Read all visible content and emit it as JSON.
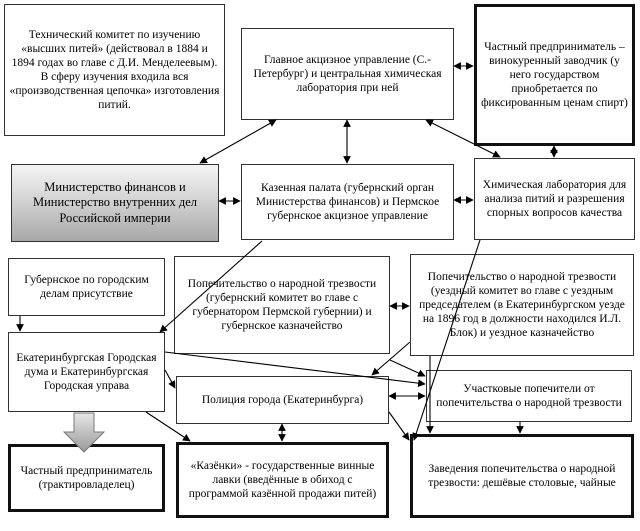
{
  "boxes": {
    "tech_committee": "Технический комитет по изучению «высших питей» (действовал в 1884 и 1894 годах во главе с Д.И. Менделеевым). В сферу изучения входила вся «производственная цепочка» изготовления питий.",
    "main_excise": "Главное акцизное управление (С.-Петербург) и центральная химическая лаборатория при ней",
    "private_distiller": "Частный предприниматель – винокуренный заводчик (у него государством приобретается по фиксированным ценам спирт)",
    "ministries": "Министерство финансов и Министерство внутренних дел Российской империи",
    "treasury_chamber": "Казенная палата (губернский орган Министерства финансов) и Пермское губернское акцизное управление",
    "chem_lab": "Химическая лаборатория для анализа питий и разрешения спорных вопросов качества",
    "gubern_city_affairs": "Губернское по городским делам присутствие",
    "gubern_temperance": "Попечительство о народной трезвости (губернский комитет во главе с губернатором Пермской губернии) и губернское казначейство",
    "uezd_temperance": "Попечительство о народной трезвости (уездный комитет во главе с уездным председателем (в Екатеринбургском уезде на 1896 год в должности находился И.Л. Блок) и уездное казначейство",
    "city_duma": "Екатеринбургская Городская дума и Екатеринбургская Городская управа",
    "police": "Полиция города (Екатеринбурга)",
    "district_trustees": "Участковые попечители от попечительства о народной трезвости",
    "private_tavern": "Частный предприниматель (трактировладелец)",
    "kazenki": "«Казёнки» - государственные винные лавки (введённые в обиход с программой казённой продажи питей)",
    "establishments": "Заведения попечительства о народной трезвости: дешёвые столовые, чайные"
  }
}
